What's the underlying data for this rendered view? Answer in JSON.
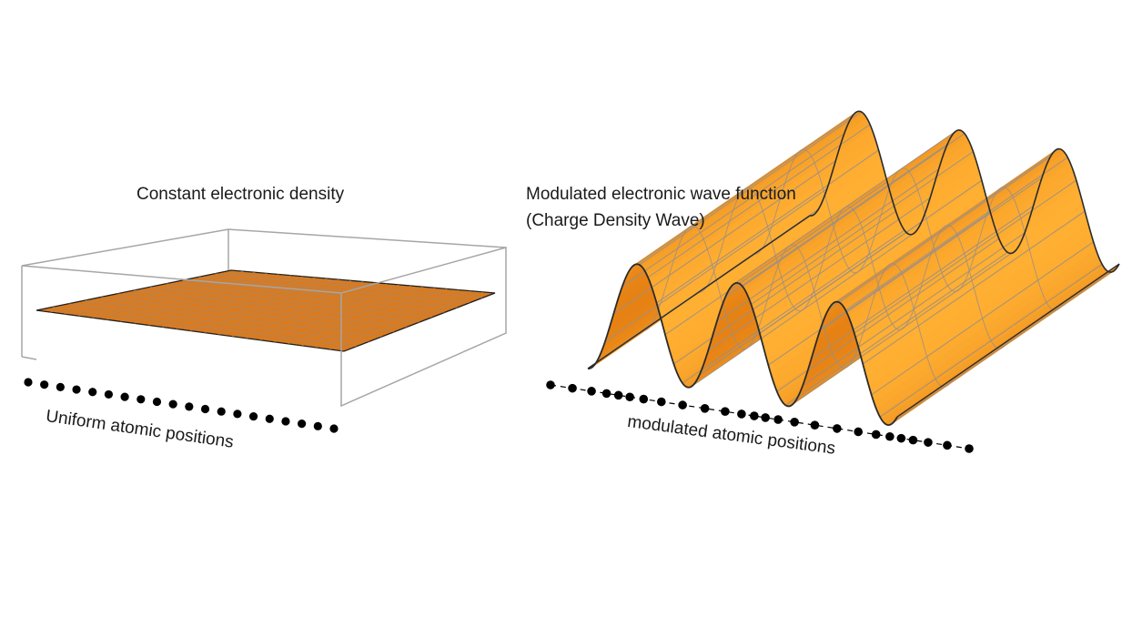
{
  "left_panel": {
    "title": "Constant electronic density",
    "axis_label": "Uniform atomic positions",
    "surface_color": "#d97a1f",
    "atom_count": 20
  },
  "right_panel": {
    "title_line1": "Modulated electronic wave function",
    "title_line2": "(Charge Density Wave)",
    "axis_label": "modulated atomic positions",
    "surface_color": "#f59a1a",
    "wave_periods": 3,
    "atom_count": 26
  },
  "colors": {
    "box_edge": "#a6a6a6",
    "grid_line": "#9a8f86",
    "outline": "#2b2b2b",
    "atom": "#000000"
  }
}
